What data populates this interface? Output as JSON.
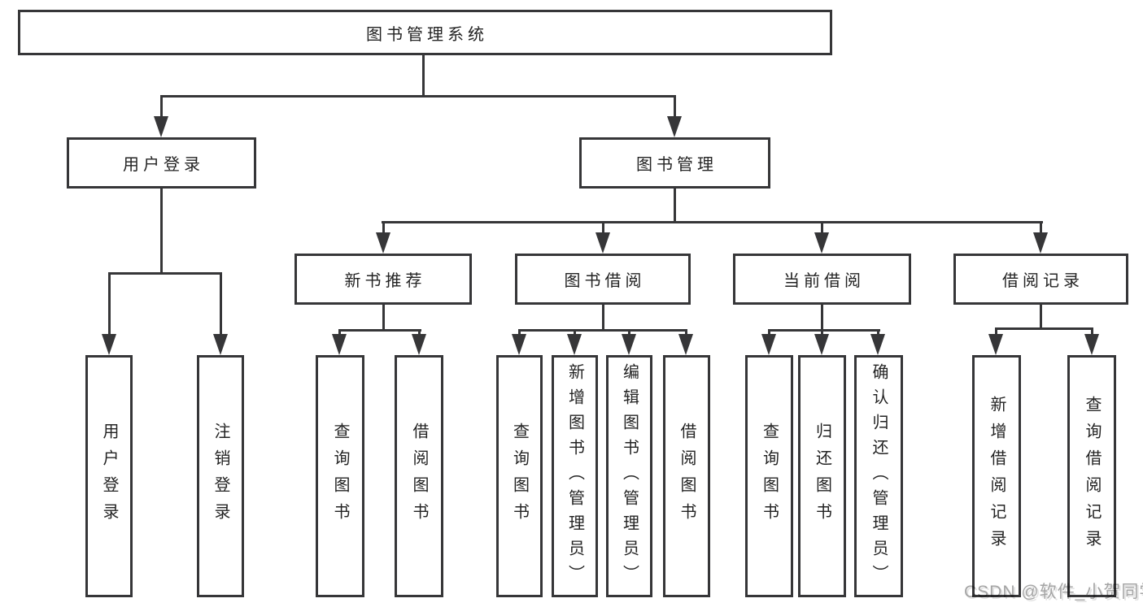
{
  "diagram": {
    "type": "functional-structure-tree",
    "colors": {
      "line": "#363638",
      "box_border": "#363638",
      "text": "#232323",
      "watermark": "#a5a5a5",
      "background": "#ffffff"
    }
  },
  "tree": {
    "label": "图书管理系统",
    "children": [
      {
        "label": "用户登录",
        "children": [
          {
            "label": "用户登录"
          },
          {
            "label": "注销登录"
          }
        ]
      },
      {
        "label": "图书管理",
        "children": [
          {
            "label": "新书推荐",
            "children": [
              {
                "label": "查询图书"
              },
              {
                "label": "借阅图书"
              }
            ]
          },
          {
            "label": "图书借阅",
            "children": [
              {
                "label": "查询图书"
              },
              {
                "label": "新增图书（管理员）"
              },
              {
                "label": "编辑图书（管理员）"
              },
              {
                "label": "借阅图书"
              }
            ]
          },
          {
            "label": "当前借阅",
            "children": [
              {
                "label": "查询图书"
              },
              {
                "label": "归还图书"
              },
              {
                "label": "确认归还（管理员）"
              }
            ]
          },
          {
            "label": "借阅记录",
            "children": [
              {
                "label": "新增借阅记录"
              },
              {
                "label": "查询借阅记录"
              }
            ]
          }
        ]
      }
    ]
  },
  "watermark": "CSDN @软件_小贺同学"
}
